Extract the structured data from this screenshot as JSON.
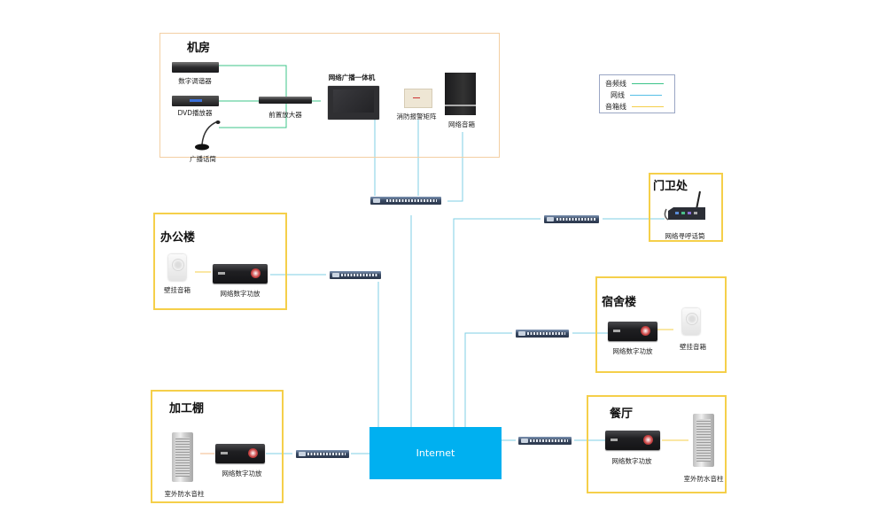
{
  "colors": {
    "audio_line": "#3cc48a",
    "network_line": "#7fcfe6",
    "speaker_line": "#f5cf4a",
    "zone_border_main": "#f3cfa3",
    "zone_border_building": "#f5cf4a",
    "internet_fill": "#00b0f0"
  },
  "legend": {
    "items": [
      {
        "label": "音频线",
        "icon": "green-line"
      },
      {
        "label": "网线",
        "icon": "blue-line"
      },
      {
        "label": "音箱线",
        "icon": "yellow-line"
      }
    ]
  },
  "internet": {
    "label": "Internet"
  },
  "zones": {
    "machine_room": {
      "title": "机房",
      "devices": {
        "tuner": "数字调谐器",
        "dvd": "DVD播放器",
        "mic": "广播话筒",
        "preamp": "前置放大器",
        "host": "网络广播一体机",
        "alarm": "消防报警矩阵",
        "speaker": "网络音箱"
      }
    },
    "gate": {
      "title": "门卫处",
      "device": "网络寻呼话筒"
    },
    "office": {
      "title": "办公楼",
      "speaker": "壁挂音箱",
      "amp": "网络数字功放"
    },
    "dorm": {
      "title": "宿舍楼",
      "speaker": "壁挂音箱",
      "amp": "网络数字功放"
    },
    "workshop": {
      "title": "加工棚",
      "speaker": "室外防水音柱",
      "amp": "网络数字功放"
    },
    "canteen": {
      "title": "餐厅",
      "speaker": "室外防水音柱",
      "amp": "网络数字功放"
    }
  }
}
